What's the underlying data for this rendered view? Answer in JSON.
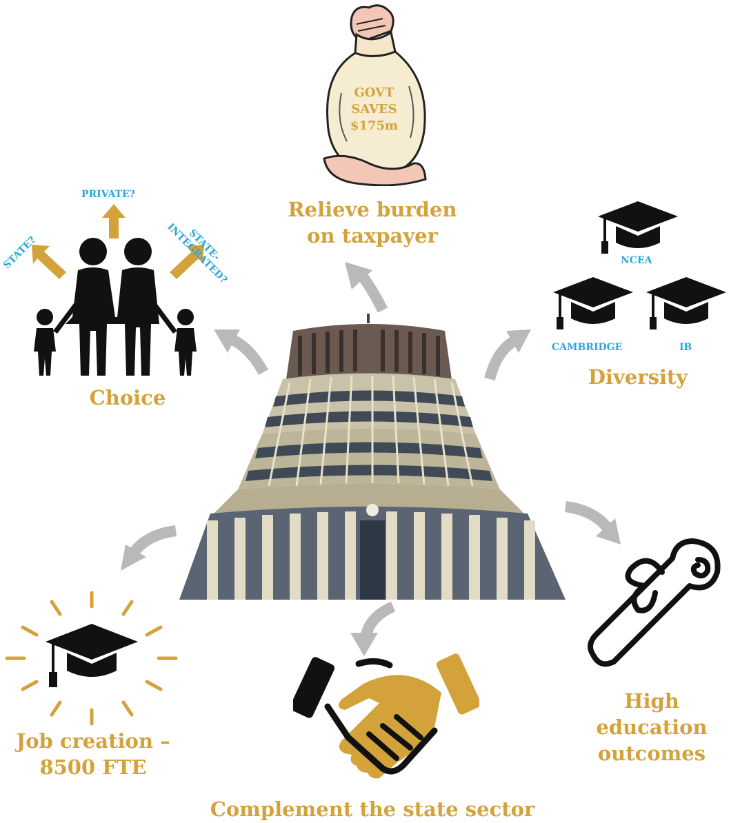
{
  "bag": {
    "line1": "GOVT",
    "line2": "SAVES",
    "line3": "$175m"
  },
  "relieve": {
    "line1": "Relieve burden",
    "line2": "on taxpayer"
  },
  "choice": {
    "label": "Choice",
    "options": {
      "private": "PRIVATE?",
      "state": "STATE?",
      "state_integrated_1": "STATE-",
      "state_integrated_2": "INTEGRATED?"
    }
  },
  "diversity": {
    "label": "Diversity",
    "ncea": "NCEA",
    "cambridge": "CAMBRIDGE",
    "ib": "IB"
  },
  "job": {
    "line1": "Job creation –",
    "line2": "8500 FTE"
  },
  "outcomes": {
    "line1": "High education",
    "line2": "outcomes"
  },
  "complement": {
    "label": "Complement the state sector"
  },
  "colors": {
    "gold": "#d4a23a",
    "blue": "#29a8d8",
    "arrow_grey": "#b9b9b9",
    "black": "#111111"
  }
}
